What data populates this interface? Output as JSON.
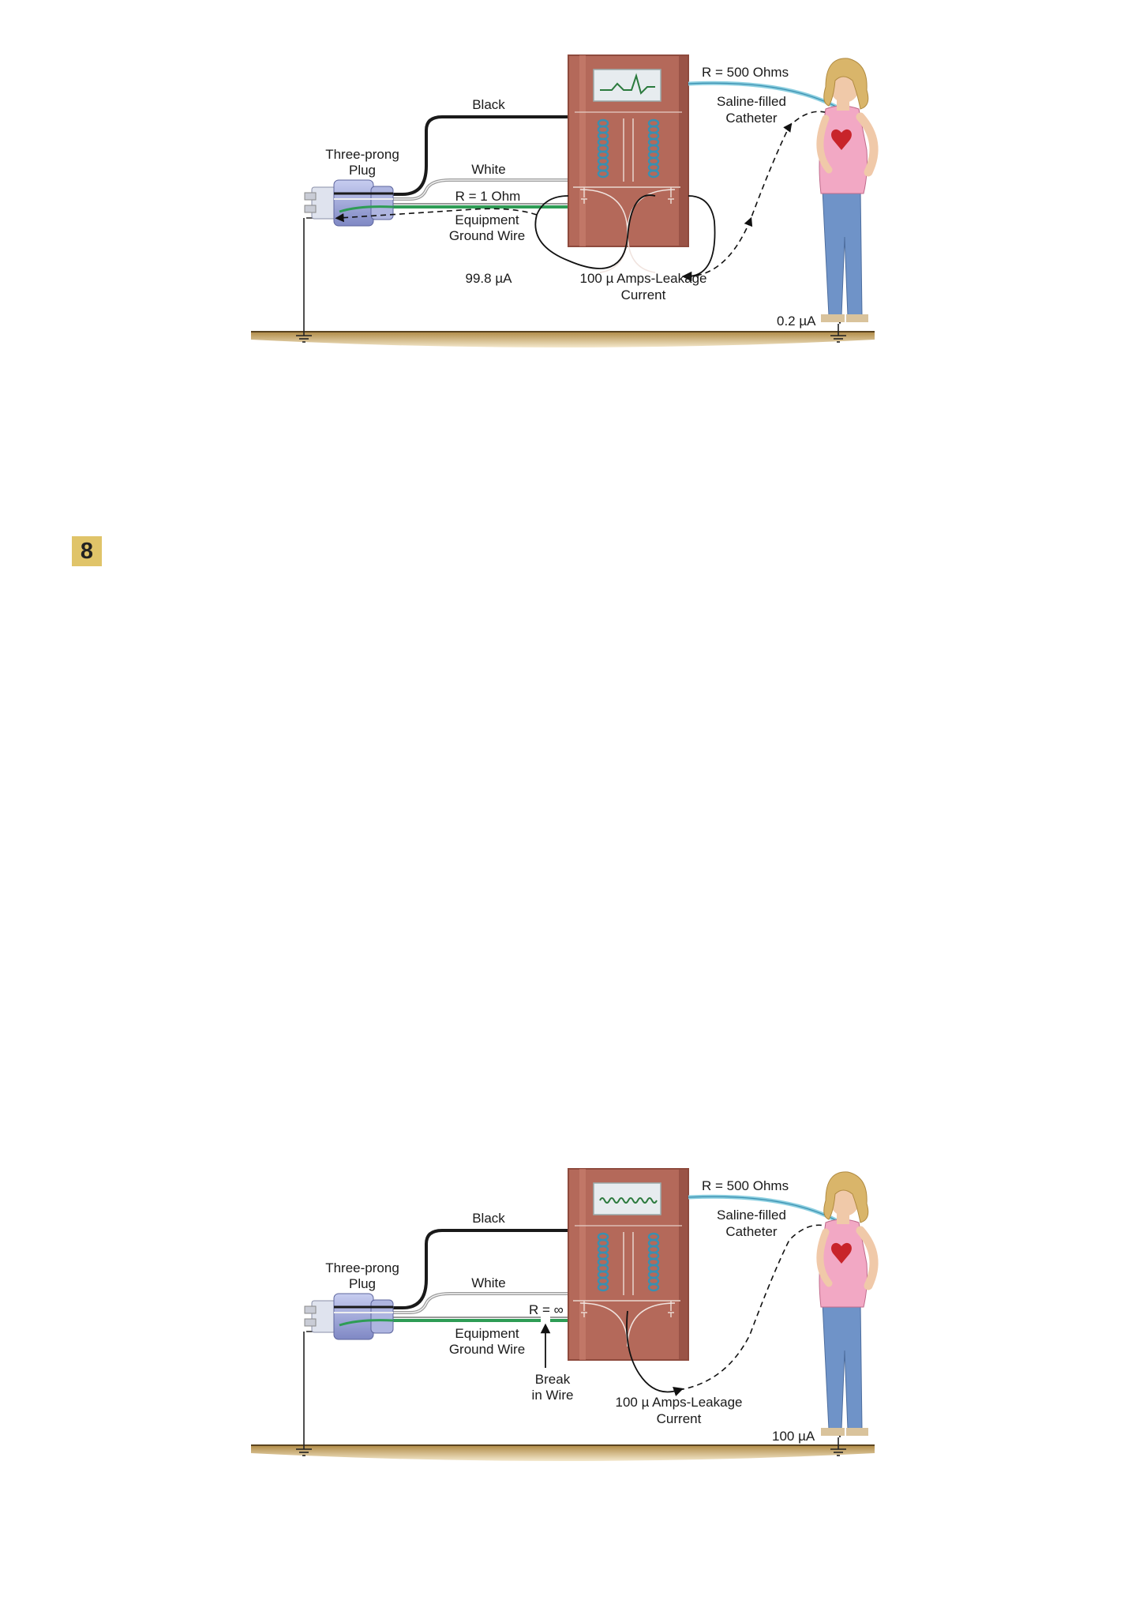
{
  "badge": "8",
  "diagrams": [
    {
      "id": "top",
      "labels": {
        "black": "Black",
        "white": "White",
        "plug_line1": "Three-prong",
        "plug_line2": "Plug",
        "resistance_ground": "R = 1 Ohm",
        "ground_line1": "Equipment",
        "ground_line2": "Ground Wire",
        "resistance_catheter": "R = 500 Ohms",
        "catheter_line1": "Saline-filled",
        "catheter_line2": "Catheter",
        "current_ground": "99.8 µA",
        "leakage_line1": "100 µ Amps-Leakage",
        "leakage_line2": "Current",
        "current_patient": "0.2 µA"
      }
    },
    {
      "id": "bottom",
      "labels": {
        "black": "Black",
        "white": "White",
        "plug_line1": "Three-prong",
        "plug_line2": "Plug",
        "resistance_ground": "R = ∞",
        "ground_line1": "Equipment",
        "ground_line2": "Ground Wire",
        "break_line1": "Break",
        "break_line2": "in Wire",
        "resistance_catheter": "R = 500 Ohms",
        "catheter_line1": "Saline-filled",
        "catheter_line2": "Catheter",
        "leakage_line1": "100 µ Amps-Leakage",
        "leakage_line2": "Current",
        "current_patient": "100 µA"
      }
    }
  ],
  "colors": {
    "device_body": "#b4695a",
    "device_border": "#8e4a3d",
    "ground_wire": "#2e9c55",
    "black_wire": "#1a1a1a",
    "white_wire": "#9a9a9a",
    "catheter": "#8ccfe0",
    "coil": "#3a8fb0",
    "plug": "#9aa3d6",
    "floor": "#c9a560",
    "shirt": "#f2a8c4",
    "jeans": "#6f93c8",
    "hair": "#d9b56a",
    "heart": "#c8242a"
  }
}
